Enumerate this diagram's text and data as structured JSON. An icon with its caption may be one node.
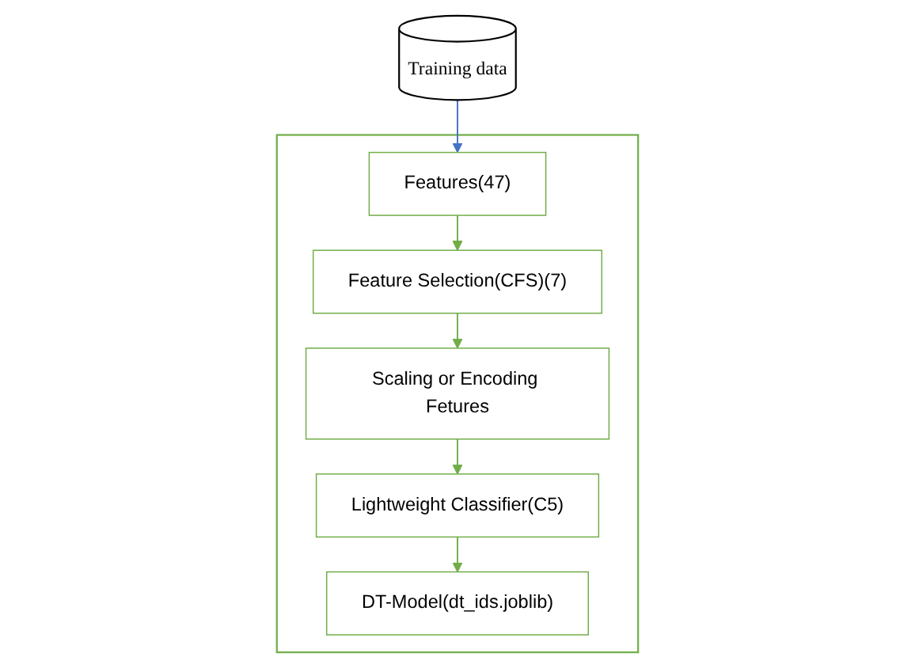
{
  "diagram": {
    "nodes": [
      {
        "text": [
          "Training data"
        ]
      },
      {
        "text": [],
        "shape": "box"
      },
      {
        "text": [
          "Features(47)"
        ],
        "in": 1
      },
      {
        "text": [
          "Feature Selection(CFS)(7)"
        ],
        "in": 1
      },
      {
        "text": [
          "Scaling or Encoding Fetures"
        ],
        "in": 1
      },
      {
        "text": [
          "Lightweight Classifier(C5)"
        ],
        "in": 1
      },
      {
        "text": [
          "DT-Model(dt_ids.joblib)"
        ],
        "in": 1
      }
    ],
    "edges": [
      {
        "from": 0,
        "to": 2,
        "arrow": "to",
        "color": "#4472c4"
      },
      {
        "from": 2,
        "to": 3,
        "arrow": "to"
      },
      {
        "from": 3,
        "to": 4,
        "arrow": "to"
      },
      {
        "from": 4,
        "to": 5,
        "arrow": "to"
      },
      {
        "from": 5,
        "to": 6,
        "arrow": "to"
      }
    ]
  }
}
